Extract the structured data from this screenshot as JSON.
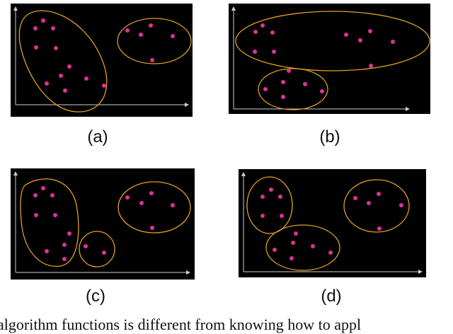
{
  "panels": [
    {
      "label": "(a)"
    },
    {
      "label": "(b)"
    },
    {
      "label": "(c)"
    },
    {
      "label": "(d)"
    }
  ],
  "caption": "algorithm functions is different from knowing how to appl",
  "colors": {
    "panel_bg": "#000000",
    "point": "#e0309a",
    "cluster_outline": "#e0a020",
    "axis": "#cfcfcf"
  }
}
